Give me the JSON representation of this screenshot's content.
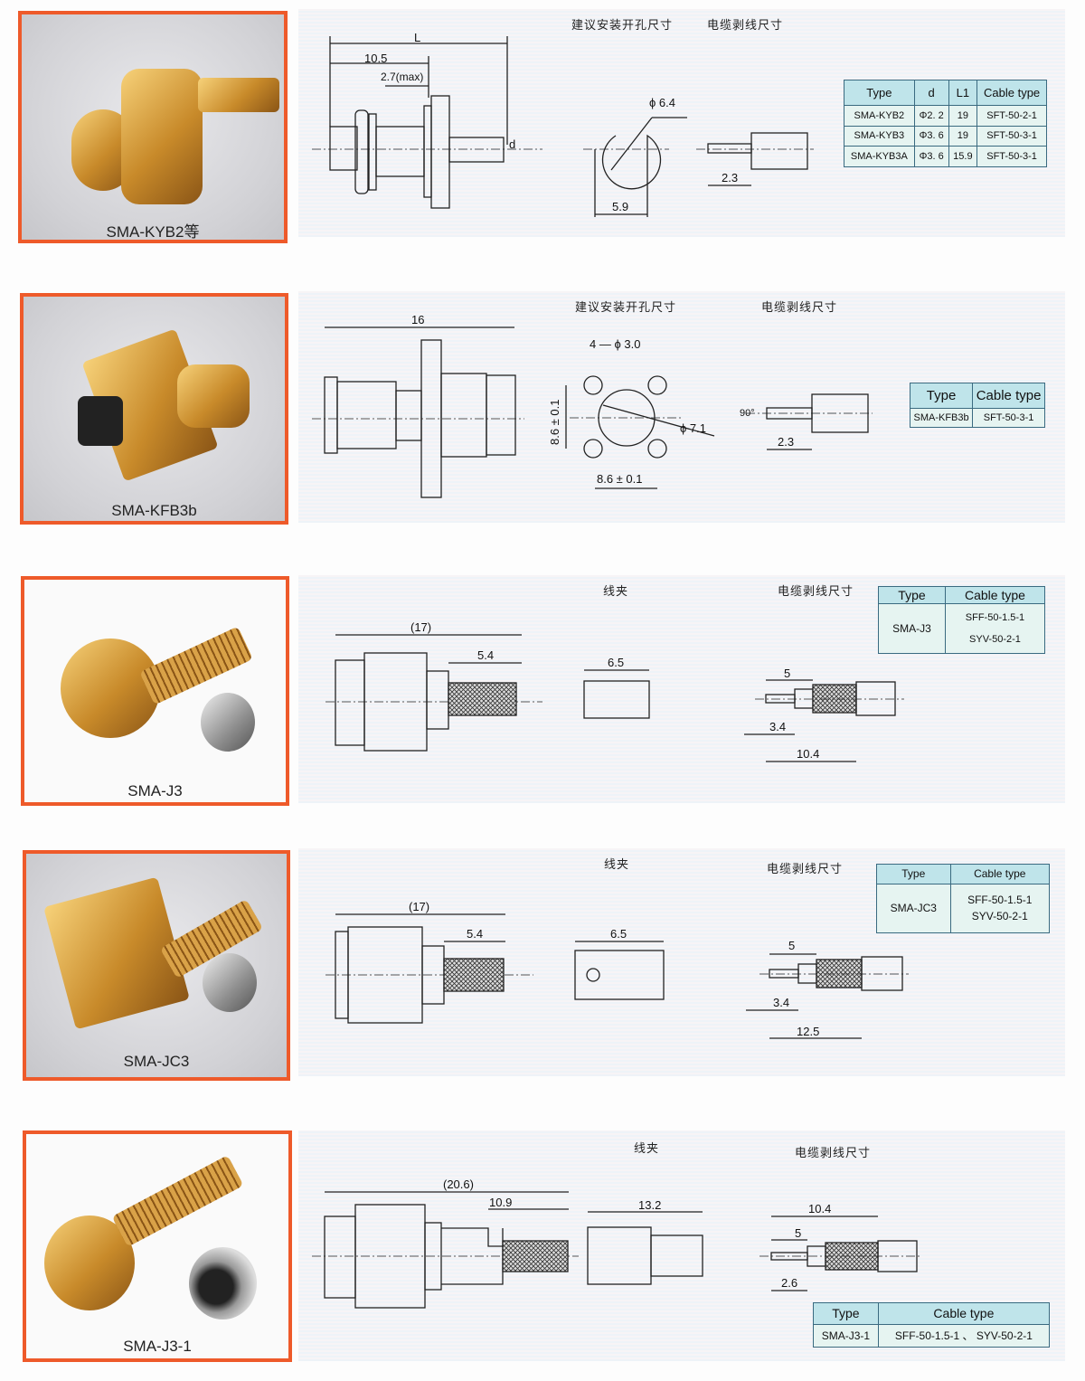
{
  "rows": [
    {
      "model": "SMA-KYB2等",
      "headings": [
        "建议安装开孔尺寸",
        "电缆剥线尺寸"
      ],
      "dims": [
        "L",
        "10.5",
        "2.7(max)",
        "d",
        "ϕ 6.4",
        "5.9",
        "2.3"
      ],
      "table": {
        "headers": [
          "Type",
          "d",
          "L1",
          "Cable type"
        ],
        "rows": [
          [
            "SMA-KYB2",
            "Φ2. 2",
            "19",
            "SFT-50-2-1"
          ],
          [
            "SMA-KYB3",
            "Φ3. 6",
            "19",
            "SFT-50-3-1"
          ],
          [
            "SMA-KYB3A",
            "Φ3. 6",
            "15.9",
            "SFT-50-3-1"
          ]
        ]
      }
    },
    {
      "model": "SMA-KFB3b",
      "headings": [
        "建议安装开孔尺寸",
        "电缆剥线尺寸"
      ],
      "dims": [
        "16",
        "4 — ϕ 3.0",
        "8.6 ± 0.1",
        "ϕ 7.1",
        "8.6 ± 0.1",
        "90°",
        "2.3"
      ],
      "table": {
        "headers": [
          "Type",
          "Cable type"
        ],
        "rows": [
          [
            "SMA-KFB3b",
            "SFT-50-3-1"
          ]
        ]
      }
    },
    {
      "model": "SMA-J3",
      "headings": [
        "线夹",
        "电缆剥线尺寸"
      ],
      "dims": [
        "(17)",
        "5.4",
        "6.5",
        "5",
        "3.4",
        "10.4"
      ],
      "table": {
        "headers": [
          "Type",
          "Cable type"
        ],
        "rows": [
          [
            "SMA-J3",
            "SFF-50-1.5-1",
            "SYV-50-2-1"
          ]
        ]
      }
    },
    {
      "model": "SMA-JC3",
      "headings": [
        "线夹",
        "电缆剥线尺寸"
      ],
      "dims": [
        "(17)",
        "5.4",
        "6.5",
        "5",
        "3.4",
        "12.5"
      ],
      "table": {
        "headers": [
          "Type",
          "Cable type"
        ],
        "rows": [
          [
            "SMA-JC3",
            "SFF-50-1.5-1",
            "SYV-50-2-1"
          ]
        ]
      }
    },
    {
      "model": "SMA-J3-1",
      "headings": [
        "线夹",
        "电缆剥线尺寸"
      ],
      "dims": [
        "(20.6)",
        "10.9",
        "13.2",
        "10.4",
        "5",
        "2.6"
      ],
      "table": {
        "headers": [
          "Type",
          "Cable type"
        ],
        "rows": [
          [
            "SMA-J3-1",
            "SFF-50-1.5-1 、 SYV-50-2-1"
          ]
        ]
      }
    }
  ],
  "colors": {
    "frame": "#ee5a2a",
    "table_header": "#bfe4ea",
    "table_border": "#3a6a80"
  }
}
